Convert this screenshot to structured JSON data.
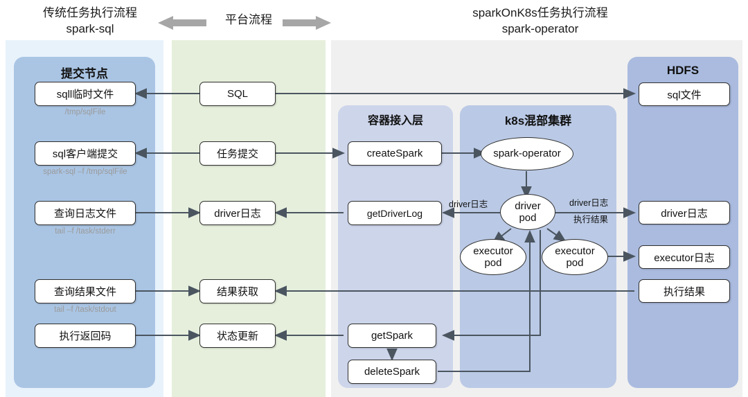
{
  "headers": {
    "left": "传统任务执行流程\nspark-sql",
    "middle": "平台流程",
    "right": "sparkOnK8s任务执行流程\nspark-operator",
    "arrow_left_icon": "arrow-left-icon",
    "arrow_right_icon": "arrow-right-icon"
  },
  "panels": {
    "submit_node": "提交节点",
    "container_access_layer": "容器接入层",
    "k8s_cluster": "k8s混部集群",
    "hdfs": "HDFS"
  },
  "left_column": [
    {
      "label": "sqll临时文件",
      "sub": "/tmp/sqlFile"
    },
    {
      "label": "sql客户端提交",
      "sub": "spark-sql –f /tmp/sqlFile"
    },
    {
      "label": "查询日志文件",
      "sub": "tail –f /task/stderr"
    },
    {
      "label": "查询结果文件",
      "sub": "tail –f /task/stdout"
    },
    {
      "label": "执行返回码",
      "sub": ""
    }
  ],
  "middle_column": [
    {
      "label": "SQL"
    },
    {
      "label": "任务提交"
    },
    {
      "label": "driver日志"
    },
    {
      "label": "结果获取"
    },
    {
      "label": "状态更新"
    }
  ],
  "access_column": [
    {
      "label": "createSpark"
    },
    {
      "label": "getDriverLog"
    },
    {
      "label": "getSpark"
    },
    {
      "label": "deleteSpark"
    }
  ],
  "k8s_column": [
    {
      "label": "spark-operator"
    },
    {
      "label": "driver\npod"
    },
    {
      "label": "executor\npod"
    },
    {
      "label": "executor\npod"
    }
  ],
  "hdfs_column": [
    {
      "label": "sql文件"
    },
    {
      "label": "driver日志"
    },
    {
      "label": "executor日志"
    },
    {
      "label": "执行结果"
    }
  ],
  "edge_labels": {
    "driver_log_left": "driver日志",
    "driver_log_right": "driver日志",
    "exec_result_right": "执行结果"
  },
  "colors": {
    "band_left": "#e8f2fb",
    "band_mid": "#e6efdc",
    "band_right": "#f0f0f0",
    "panel_submit": "#aac5e4",
    "panel_access": "#ccd5ea",
    "panel_k8s": "#bac9e5",
    "panel_hdfs": "#aabbdf",
    "stroke": "#4a5560",
    "sub_text": "#9a9a9a"
  }
}
